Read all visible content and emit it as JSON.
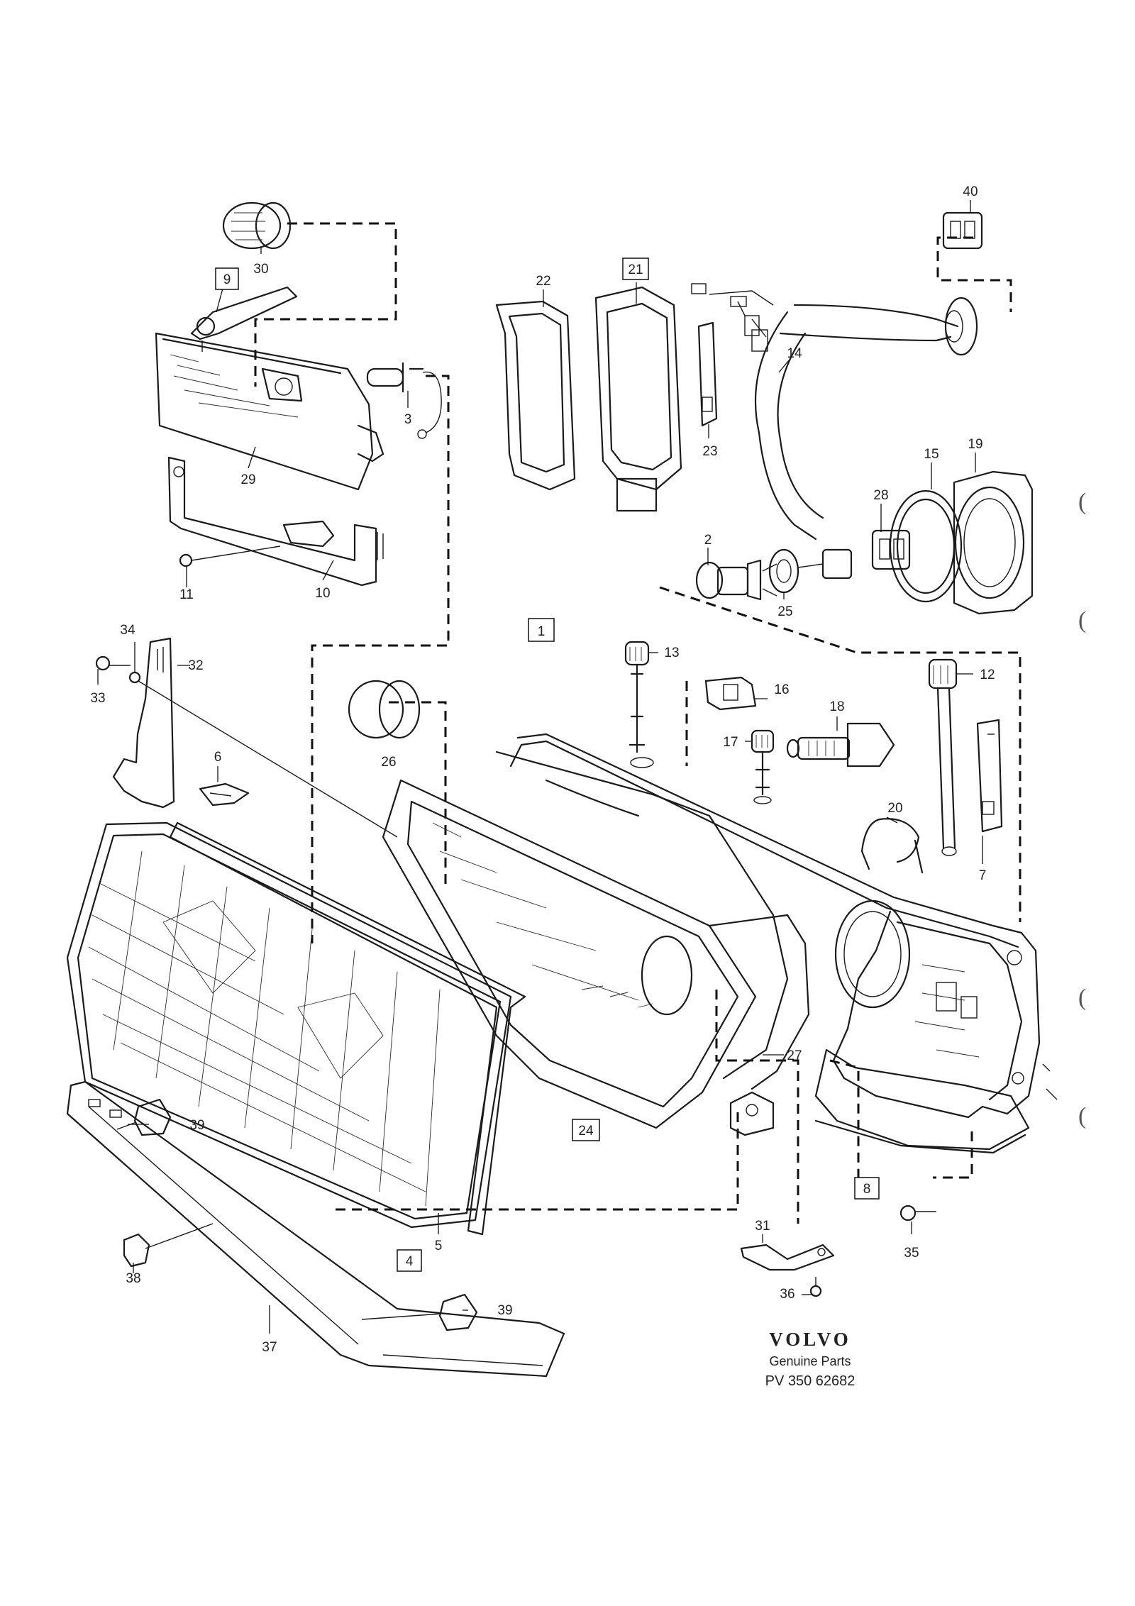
{
  "parts": [
    {
      "number": "1",
      "boxed": true
    },
    {
      "number": "2",
      "boxed": false
    },
    {
      "number": "3",
      "boxed": false
    },
    {
      "number": "4",
      "boxed": true
    },
    {
      "number": "5",
      "boxed": false
    },
    {
      "number": "6",
      "boxed": false
    },
    {
      "number": "7",
      "boxed": false
    },
    {
      "number": "8",
      "boxed": true
    },
    {
      "number": "9",
      "boxed": true
    },
    {
      "number": "10",
      "boxed": false
    },
    {
      "number": "11",
      "boxed": false
    },
    {
      "number": "12",
      "boxed": false
    },
    {
      "number": "13",
      "boxed": false
    },
    {
      "number": "14",
      "boxed": false
    },
    {
      "number": "15",
      "boxed": false
    },
    {
      "number": "16",
      "boxed": false
    },
    {
      "number": "17",
      "boxed": false
    },
    {
      "number": "18",
      "boxed": false
    },
    {
      "number": "19",
      "boxed": false
    },
    {
      "number": "20",
      "boxed": false
    },
    {
      "number": "21",
      "boxed": true
    },
    {
      "number": "22",
      "boxed": false
    },
    {
      "number": "23",
      "boxed": false
    },
    {
      "number": "24",
      "boxed": true
    },
    {
      "number": "25",
      "boxed": false
    },
    {
      "number": "26",
      "boxed": false
    },
    {
      "number": "27",
      "boxed": false
    },
    {
      "number": "28",
      "boxed": false
    },
    {
      "number": "29",
      "boxed": false
    },
    {
      "number": "30",
      "boxed": false
    },
    {
      "number": "31",
      "boxed": false
    },
    {
      "number": "32",
      "boxed": false
    },
    {
      "number": "33",
      "boxed": false
    },
    {
      "number": "34",
      "boxed": false
    },
    {
      "number": "35",
      "boxed": false
    },
    {
      "number": "36",
      "boxed": false
    },
    {
      "number": "37",
      "boxed": false
    },
    {
      "number": "38",
      "boxed": false
    },
    {
      "number": "39",
      "boxed": false
    },
    {
      "number": "39",
      "boxed": false
    },
    {
      "number": "40",
      "boxed": false
    }
  ],
  "brand": {
    "logo_text": "VOLVO",
    "subtitle": "Genuine Parts",
    "code": "PV 350 62682"
  },
  "colors": {
    "line": "#1a1a1a",
    "paper": "#ffffff"
  }
}
